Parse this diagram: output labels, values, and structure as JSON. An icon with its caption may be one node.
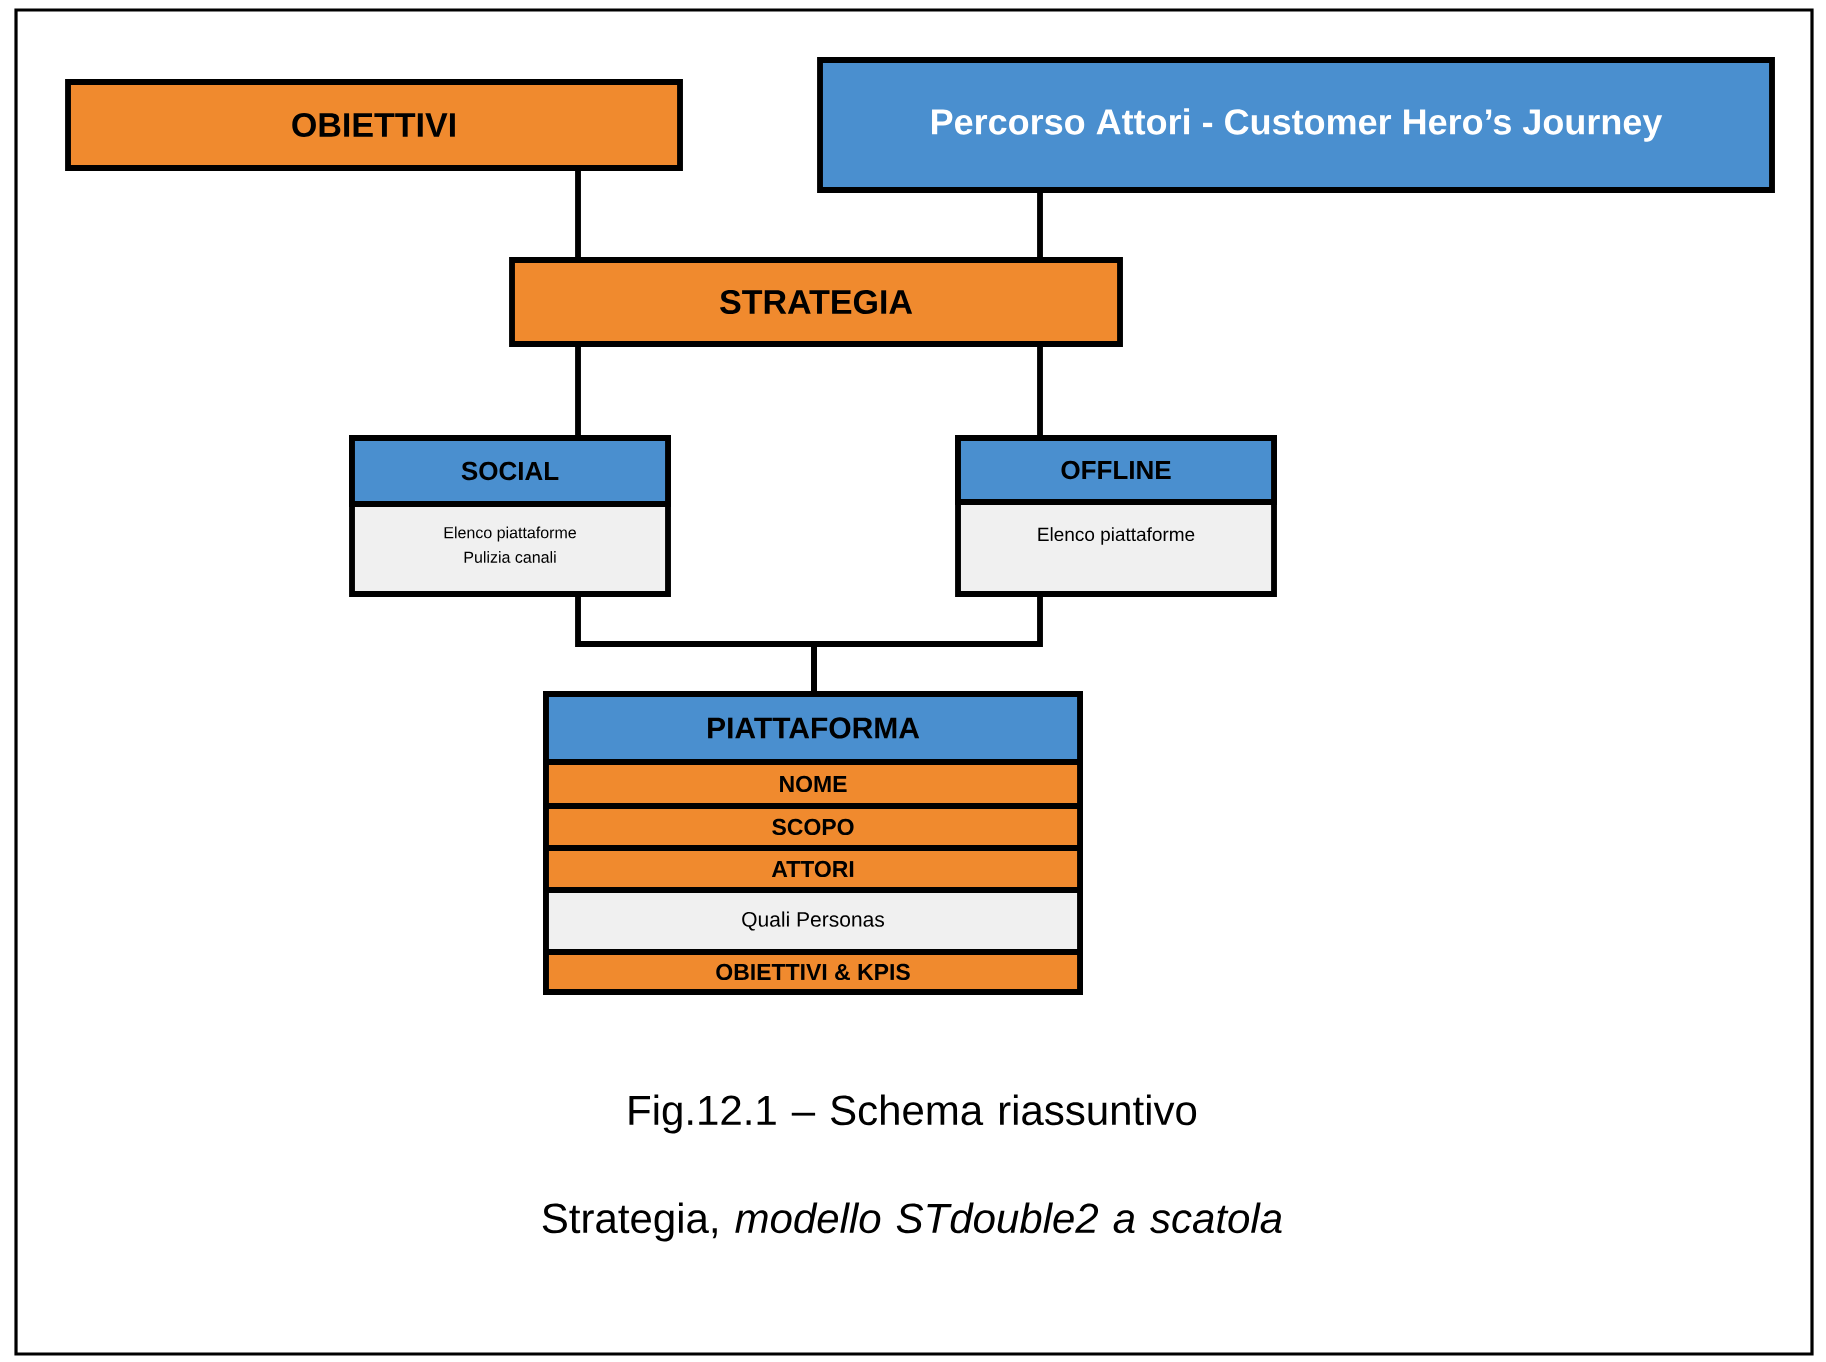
{
  "diagram": {
    "caption": "Fig.12.1 – Schema riassuntivo Strategia, *modello* *STdouble2 a scatola*",
    "nodes": [
      {
        "text": [
          "OBIETTIVI"
        ]
      },
      {
        "text": [
          "Percorso Attori - Customer Hero’s Journey"
        ]
      },
      {
        "text": [
          "STRATEGIA"
        ]
      },
      {
        "text": [
          "SOCIAL",
          "Elenco piattaforme",
          "Pulizia canali"
        ]
      },
      {
        "text": [
          "OFFLINE",
          "Elenco piattaforme"
        ]
      },
      {
        "text": [
          "PIATTAFORMA"
        ]
      },
      {
        "text": [
          "NOME"
        ],
        "in": 5
      },
      {
        "text": [
          "SCOPO"
        ],
        "in": 5
      },
      {
        "text": [
          "ATTORI"
        ],
        "in": 5
      },
      {
        "text": [
          "Quali Personas"
        ],
        "in": 5
      },
      {
        "text": [
          "OBIETTIVI & KPIS"
        ],
        "in": 5
      }
    ],
    "edges": [
      {
        "from": 0,
        "to": 2,
        "arrow": "none"
      },
      {
        "from": 1,
        "to": 2,
        "arrow": "none"
      },
      {
        "from": 2,
        "to": 3,
        "arrow": "none"
      },
      {
        "from": 2,
        "to": 4,
        "arrow": "none"
      },
      {
        "from": 3,
        "to": 5,
        "arrow": "none"
      },
      {
        "from": 4,
        "to": 5,
        "arrow": "none"
      }
    ]
  }
}
